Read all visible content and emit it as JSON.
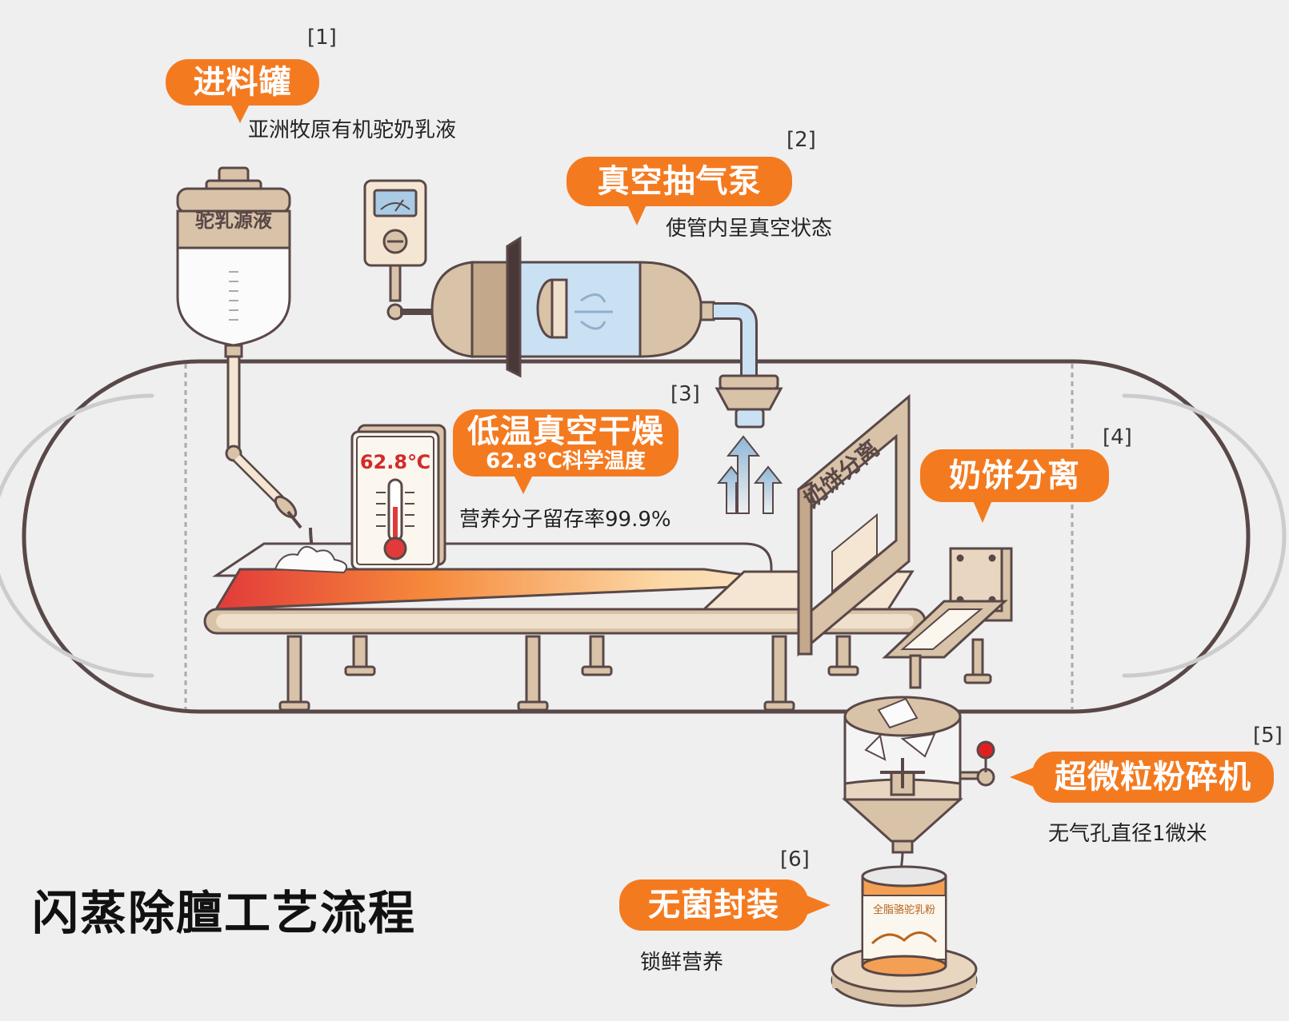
{
  "title": "闪蒸除膻工艺流程",
  "steps": [
    {
      "num": "[1]",
      "label": "进料罐",
      "desc": "亚洲牧原有机驼奶乳液"
    },
    {
      "num": "[2]",
      "label": "真空抽气泵",
      "desc": "使管内呈真空状态"
    },
    {
      "num": "[3]",
      "label": "低温真空干燥",
      "sublabel": "62.8℃科学温度",
      "desc": "营养分子留存率99.9%"
    },
    {
      "num": "[4]",
      "label": "奶饼分离",
      "desc": ""
    },
    {
      "num": "[5]",
      "label": "超微粒粉碎机",
      "desc": "无气孔直径1微米"
    },
    {
      "num": "[6]",
      "label": "无菌封装",
      "desc": "锁鲜营养"
    }
  ],
  "equipment": {
    "tank_label": "驼乳源液",
    "thermometer_reading": "62.8℃",
    "separator_label": "奶饼分离",
    "can_label": "全脂骆驼乳粉"
  },
  "colors": {
    "accent": "#f47a20",
    "machine": "#d8c2a8",
    "outline": "#5a4848",
    "background": "#efefef"
  }
}
